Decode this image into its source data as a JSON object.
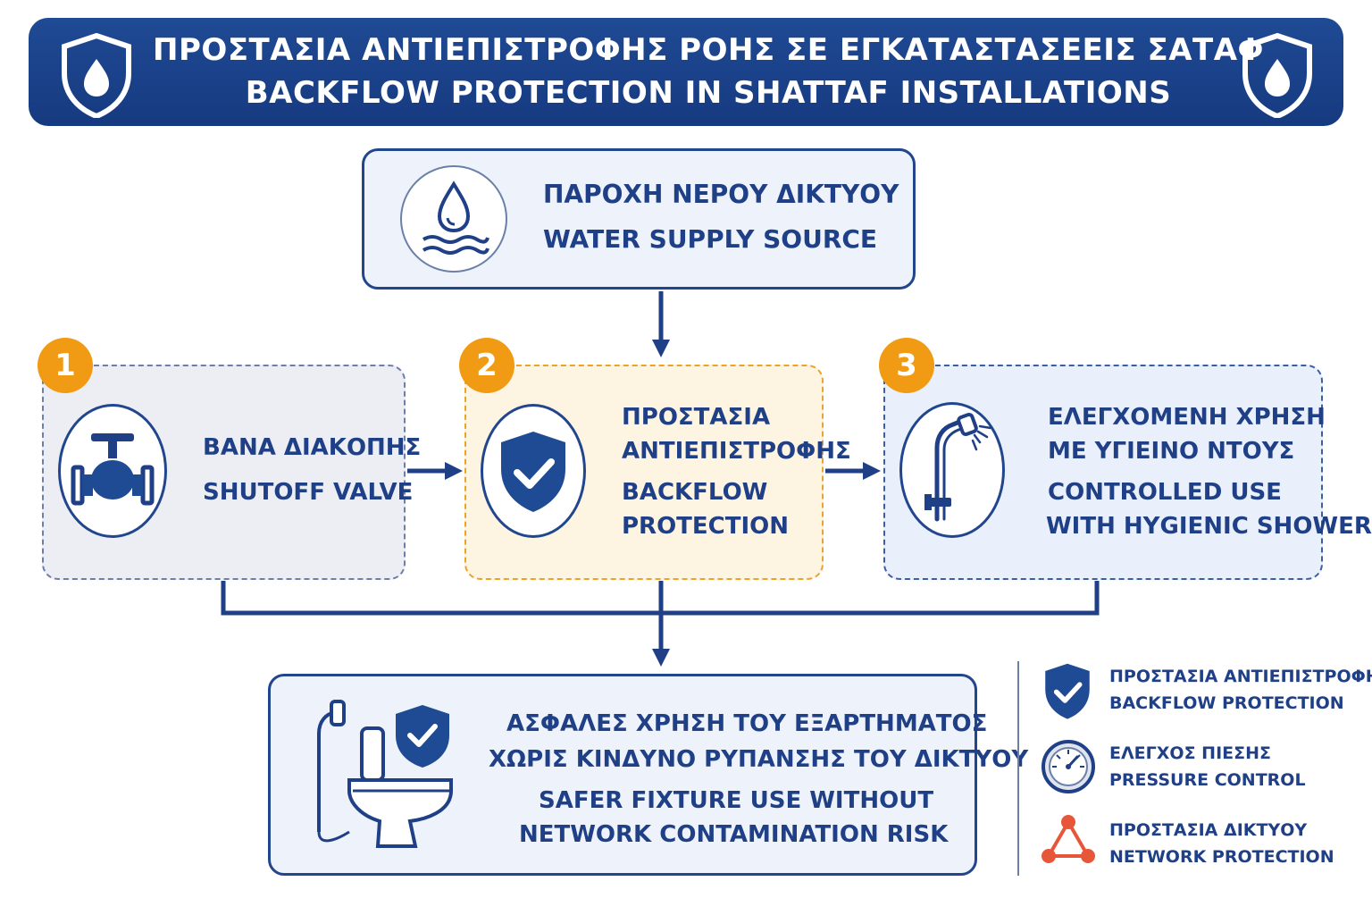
{
  "header": {
    "title_el": "ΠΡΟΣΤΑΣΙΑ ΑΝΤΙΕΠΙΣΤΡΟΦΗΣ ΡΟΗΣ ΣΕ ΕΓΚΑΤΑΣΤΑΣΕΕΙΣ ΣΑΤΑΦ",
    "title_en": "BACKFLOW PROTECTION IN SHATTAF INSTALLATIONS",
    "icon": "shield-water-drop-icon"
  },
  "source": {
    "label_el": "ΠΑΡΟΧΗ ΝΕΡΟΥ ΔΙΚΤΥΟΥ",
    "label_en": "WATER SUPPLY SOURCE",
    "icon": "water-drop-waves-icon"
  },
  "steps": [
    {
      "number": "1",
      "line1": "ΒΑΝΑ ΔΙΑΚΟΠΗΣ",
      "line2": "SHUTOFF VALVE",
      "icon": "valve-icon"
    },
    {
      "number": "2",
      "line1": "ΠΡΟΣΤΑΣΙΑ",
      "line2": "ΑΝΤΙΕΠΙΣΤΡΟΦΗΣ",
      "line3": "BACKFLOW",
      "line4": "PROTECTION",
      "icon": "shield-check-icon"
    },
    {
      "number": "3",
      "line1": "ΕΛΕΓΧΟΜΕΝΗ ΧΡΗΣΗ",
      "line2": "ΜΕ ΥΓΙΕΙΝΟ ΝΤΟΥΣ",
      "line3": "CONTROLLED USE",
      "line4": "WITH HYGIENIC SHOWER",
      "icon": "hygienic-shower-icon"
    }
  ],
  "result": {
    "line1": "ΑΣΦΑΛΕΣ ΧΡΗΣΗ ΤΟΥ ΕΞΑΡΤΗΜΑΤΟΣ",
    "line2": "ΧΩΡΙΣ ΚΙΝΔΥΝΟ ΡΥΠΑΝΣΗΣ ΤΟΥ ΔΙΚΤΥΟΥ",
    "line3": "SAFER FIXTURE USE WITHOUT",
    "line4": "NETWORK CONTAMINATION RISK",
    "icon": "toilet-shower-shield-icon"
  },
  "legend": [
    {
      "el": "ΠΡΟΣΤΑΣΙΑ ΑΝΤΙΕΠΙΣΤΡΟΦΗΣ",
      "en": "BACKFLOW PROTECTION",
      "icon": "shield-check-icon"
    },
    {
      "el": "ΕΛΕΓΧΟΣ ΠΙΕΣΗΣ",
      "en": "PRESSURE CONTROL",
      "icon": "pressure-gauge-icon"
    },
    {
      "el": "ΠΡΟΣΤΑΣΙΑ ΔΙΚΤΥΟΥ",
      "en": "NETWORK PROTECTION",
      "icon": "network-nodes-icon"
    }
  ],
  "colors": {
    "navy": "#1f3f86",
    "header_bg": "#1f4a94",
    "accent_orange": "#f19a14",
    "network_red": "#e8563a"
  }
}
